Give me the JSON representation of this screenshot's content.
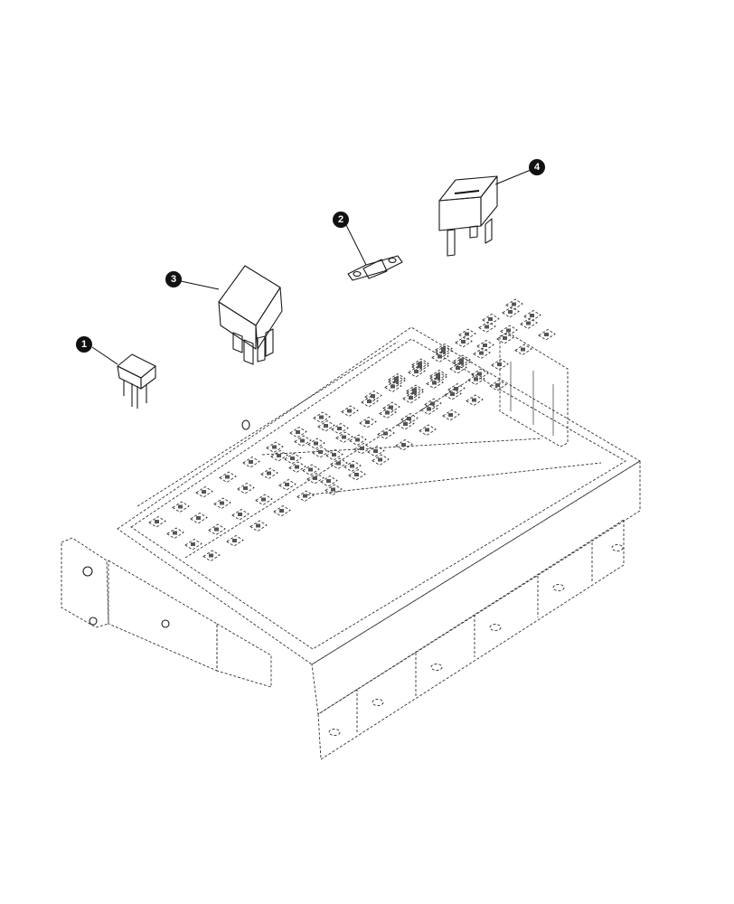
{
  "diagram": {
    "callouts": [
      {
        "id": "1",
        "label": "1",
        "part": "micro-relay"
      },
      {
        "id": "2",
        "label": "2",
        "part": "strip-fuse"
      },
      {
        "id": "3",
        "label": "3",
        "part": "mini-relay"
      },
      {
        "id": "4",
        "label": "4",
        "part": "maxi-fuse"
      }
    ],
    "colors": {
      "line": "#1a1a1a",
      "part_face": "#e6e6e6",
      "part_shade": "#c4c4c4",
      "callout_fill": "#111111",
      "callout_text": "#ffffff"
    }
  }
}
